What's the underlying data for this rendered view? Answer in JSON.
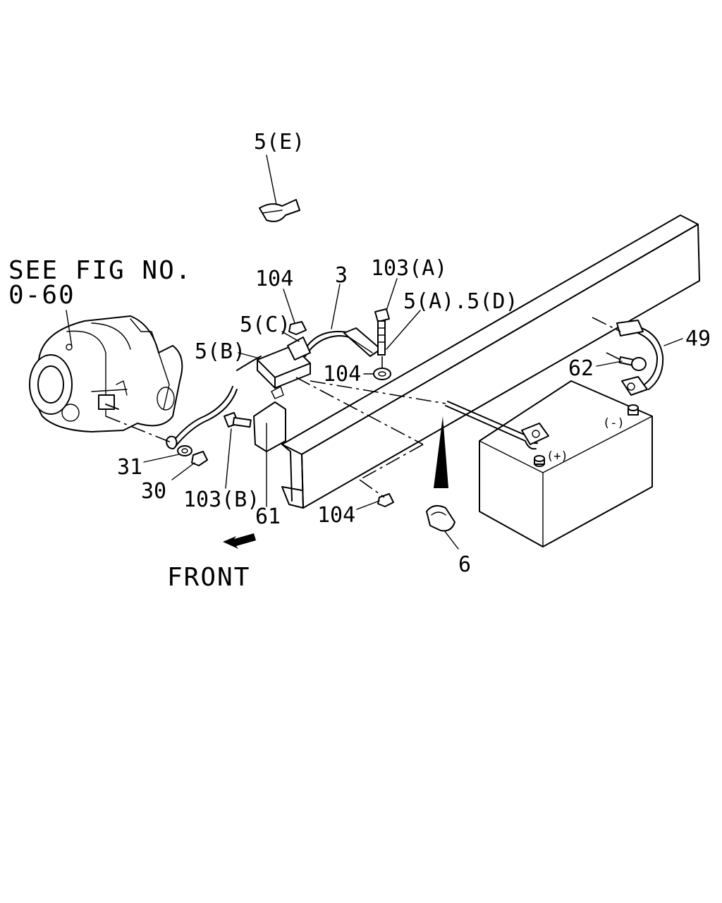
{
  "figure_reference": {
    "line1": "SEE FIG NO.",
    "line2": "0-60"
  },
  "direction_label": "FRONT",
  "callouts": {
    "c_5E": "5(E)",
    "c_104_top": "104",
    "c_3": "3",
    "c_103A": "103(A)",
    "c_5A5D": "5(A).5(D)",
    "c_5C": "5(C)",
    "c_5B": "5(B)",
    "c_104_mid": "104",
    "c_49": "49",
    "c_62": "62",
    "c_minus": "(-)",
    "c_plus": "(+)",
    "c_31": "31",
    "c_30": "30",
    "c_103B": "103(B)",
    "c_61": "61",
    "c_104_bot": "104",
    "c_6": "6"
  },
  "colors": {
    "line": "#000000",
    "background": "#ffffff"
  }
}
